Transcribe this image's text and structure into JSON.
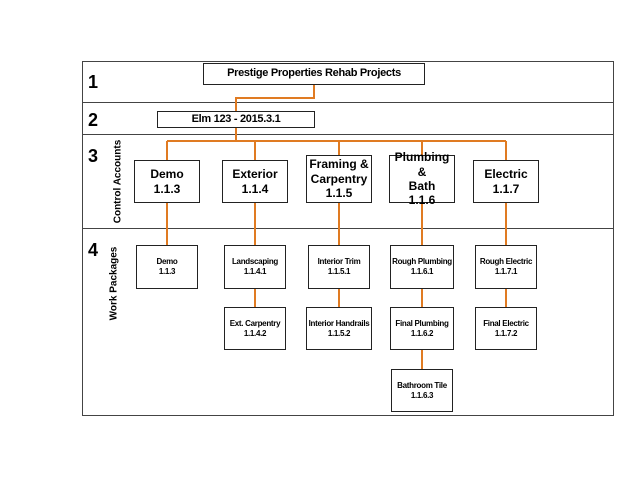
{
  "levels": [
    "1",
    "2",
    "3",
    "4"
  ],
  "title": "Prestige Properties Rehab Projects",
  "project": "Elm 123 - 2015.3.1",
  "side_labels": {
    "control_accounts": "Control Accounts",
    "work_packages": "Work Packages"
  },
  "accounts": [
    {
      "line1": "Demo",
      "line2": "",
      "code": "1.1.3"
    },
    {
      "line1": "Exterior",
      "line2": "",
      "code": "1.1.4"
    },
    {
      "line1": "Framing &",
      "line2": "Carpentry",
      "code": "1.1.5"
    },
    {
      "line1": "Plumbing &",
      "line2": "Bath",
      "code": "1.1.6"
    },
    {
      "line1": "Electric",
      "line2": "",
      "code": "1.1.7"
    }
  ],
  "work_packages": [
    {
      "name": "Demo",
      "code": "1.1.3"
    },
    {
      "name": "Landscaping",
      "code": "1.1.4.1"
    },
    {
      "name": "Interior Trim",
      "code": "1.1.5.1"
    },
    {
      "name": "Rough Plumbing",
      "code": "1.1.6.1"
    },
    {
      "name": "Rough Electric",
      "code": "1.1.7.1"
    },
    {
      "name": "Ext. Carpentry",
      "code": "1.1.4.2"
    },
    {
      "name": "Interior Handrails",
      "code": "1.1.5.2"
    },
    {
      "name": "Final Plumbing",
      "code": "1.1.6.2"
    },
    {
      "name": "Final Electric",
      "code": "1.1.7.2"
    },
    {
      "name": "Bathroom Tile",
      "code": "1.1.6.3"
    }
  ],
  "colors": {
    "connector": "#e07b22",
    "border": "#444444"
  }
}
